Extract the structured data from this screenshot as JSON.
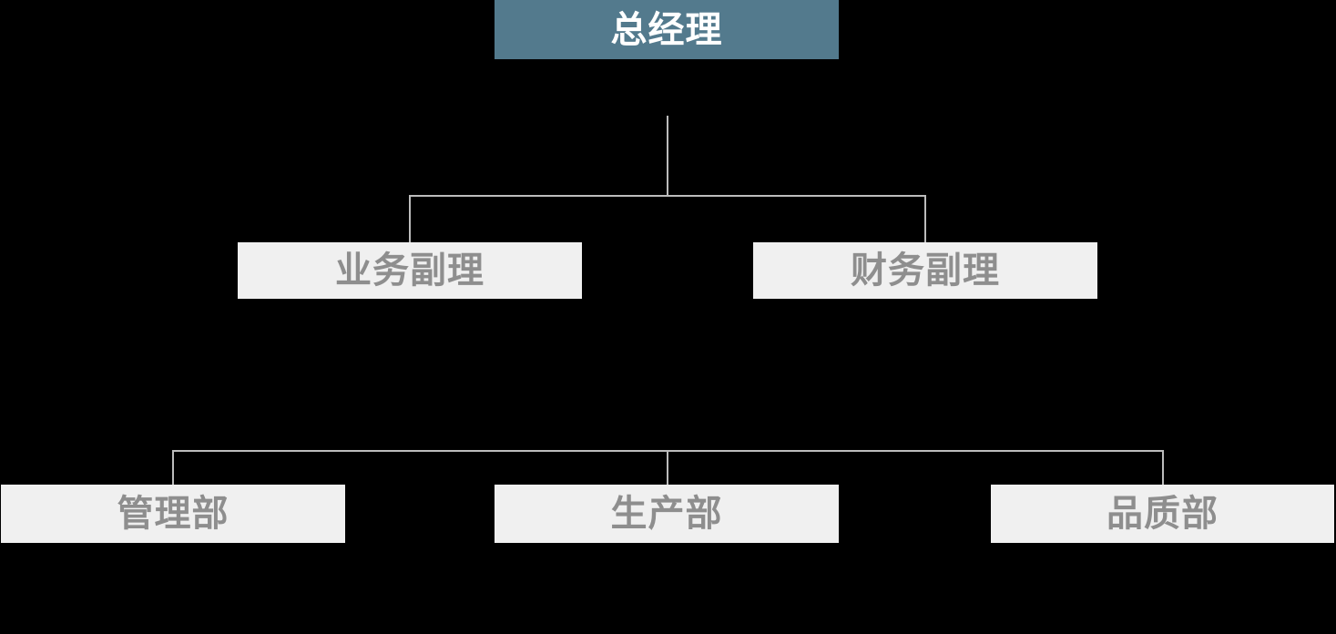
{
  "colors": {
    "background": "#000000",
    "root_fill": "#537a8d",
    "root_text": "#ffffff",
    "node_fill": "#f0f0f0",
    "node_text": "#8e8e8e",
    "connector": "#bcbcbc"
  },
  "org_chart": {
    "type": "organization-chart",
    "root": {
      "label": "总经理"
    },
    "level2": [
      {
        "label": "业务副理"
      },
      {
        "label": "财务副理"
      }
    ],
    "level3": [
      {
        "label": "管理部"
      },
      {
        "label": "生产部"
      },
      {
        "label": "品质部"
      }
    ]
  }
}
